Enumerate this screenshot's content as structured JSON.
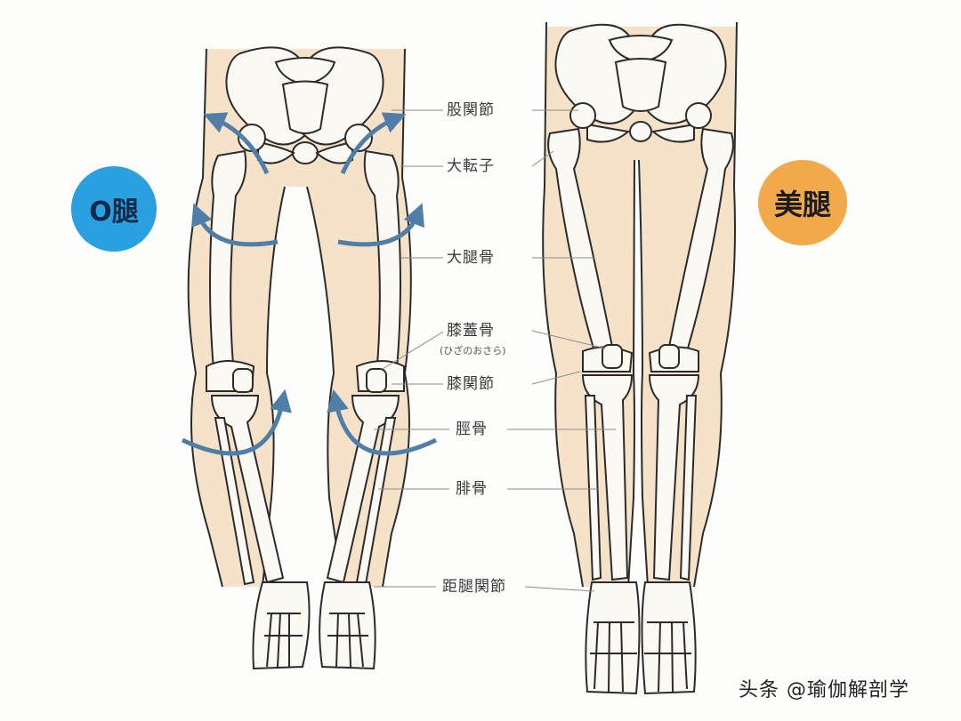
{
  "diagram": {
    "title_left_badge": "O腿",
    "title_right_badge": "美腿",
    "left_figure": "O-legs skeleton (bowed legs) with rotation arrows",
    "right_figure": "straight legs skeleton",
    "labels": [
      {
        "id": "hip-joint",
        "text": "股関節"
      },
      {
        "id": "greater-trochanter",
        "text": "大転子"
      },
      {
        "id": "femur",
        "text": "大腿骨"
      },
      {
        "id": "patella",
        "text": "膝蓋骨",
        "sub": "(ひざのおさら)"
      },
      {
        "id": "knee-joint",
        "text": "膝関節"
      },
      {
        "id": "tibia",
        "text": "脛骨"
      },
      {
        "id": "fibula",
        "text": "腓骨"
      },
      {
        "id": "ankle-joint",
        "text": "距腿関節"
      }
    ],
    "watermark": "头条 @瑜伽解剖学",
    "colors": {
      "skin": "#f6e2c8",
      "bone": "#fbf9f4",
      "outline": "#2b2b2b",
      "arrow": "#4f7fa6",
      "badge_left": "#2ba0e0",
      "badge_right": "#f2a94a",
      "leader_line": "#8a8a8a"
    }
  }
}
